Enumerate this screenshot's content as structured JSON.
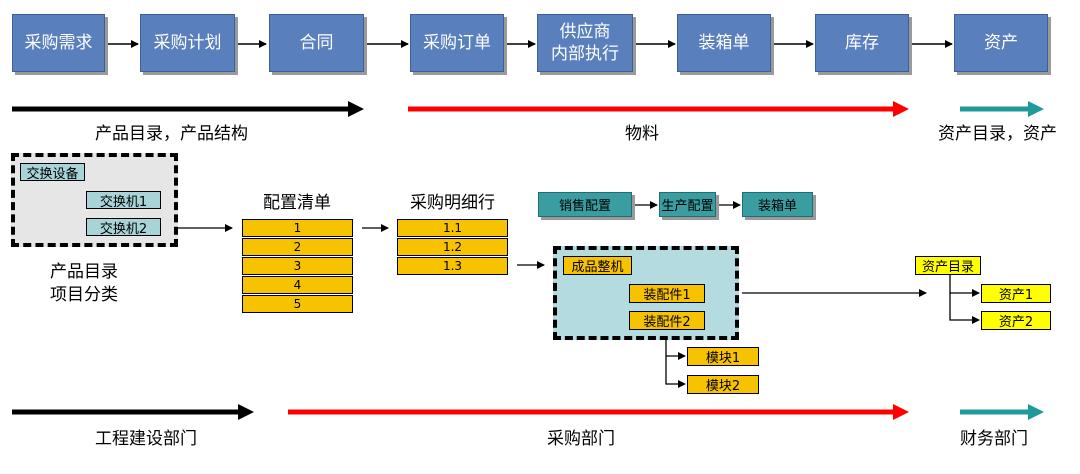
{
  "process_flow": [
    "采购需求",
    "采购计划",
    "合同",
    "采购订单",
    "供应商\n内部执行",
    "装箱单",
    "库存",
    "资产"
  ],
  "bands_top": {
    "product": "产品目录，产品结构",
    "material": "物料",
    "asset": "资产目录，资产"
  },
  "switch_group": {
    "root": "交换设备",
    "child1": "交换机1",
    "child2": "交换机2",
    "caption_line1": "产品目录",
    "caption_line2": "项目分类"
  },
  "config_list": {
    "title": "配置清单",
    "rows": [
      "1",
      "2",
      "3",
      "4",
      "5"
    ]
  },
  "purchase_detail": {
    "title": "采购明细行",
    "rows": [
      "1.1",
      "1.2",
      "1.3"
    ]
  },
  "config_chain": [
    "销售配置",
    "生产配置",
    "装箱单"
  ],
  "product_group": {
    "root": "成品整机",
    "part1": "装配件1",
    "part2": "装配件2",
    "module1": "模块1",
    "module2": "模块2"
  },
  "asset_group": {
    "root": "资产目录",
    "asset1": "资产1",
    "asset2": "资产2"
  },
  "bands_bottom": {
    "engineering": "工程建设部门",
    "procurement": "采购部门",
    "finance": "财务部门"
  },
  "colors": {
    "flow_box": "#5a7fbd",
    "band_black": "#000000",
    "band_red": "#ff0000",
    "band_teal": "#1f9a9a",
    "orange": "#f7c200",
    "yellow": "#ffff00",
    "teal_box": "#3a9da1"
  }
}
